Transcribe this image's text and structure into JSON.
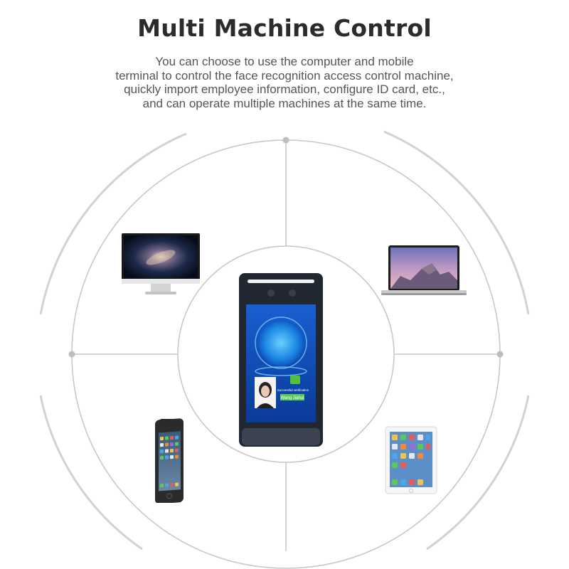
{
  "title": "Multi Machine Control",
  "description_lines": [
    "You can choose to use the computer and mobile",
    "terminal to control the face recognition access control machine,",
    "quickly import employee information, configure ID card, etc.,",
    "and can operate multiple machines at the same time."
  ],
  "terminal_screen": {
    "status_text": "Successful verification",
    "name_label": "Wang Jiahui"
  },
  "colors": {
    "title": "#2b2b2b",
    "text": "#555555",
    "ring_line": "#c8c8c8",
    "terminal_screen": "#1058c8"
  },
  "devices": [
    {
      "name": "desktop-monitor",
      "icon": "monitor-icon"
    },
    {
      "name": "laptop",
      "icon": "laptop-icon"
    },
    {
      "name": "smartphone",
      "icon": "phone-icon"
    },
    {
      "name": "tablet",
      "icon": "tablet-icon"
    },
    {
      "name": "face-recognition-terminal",
      "icon": "face-terminal-icon"
    }
  ]
}
